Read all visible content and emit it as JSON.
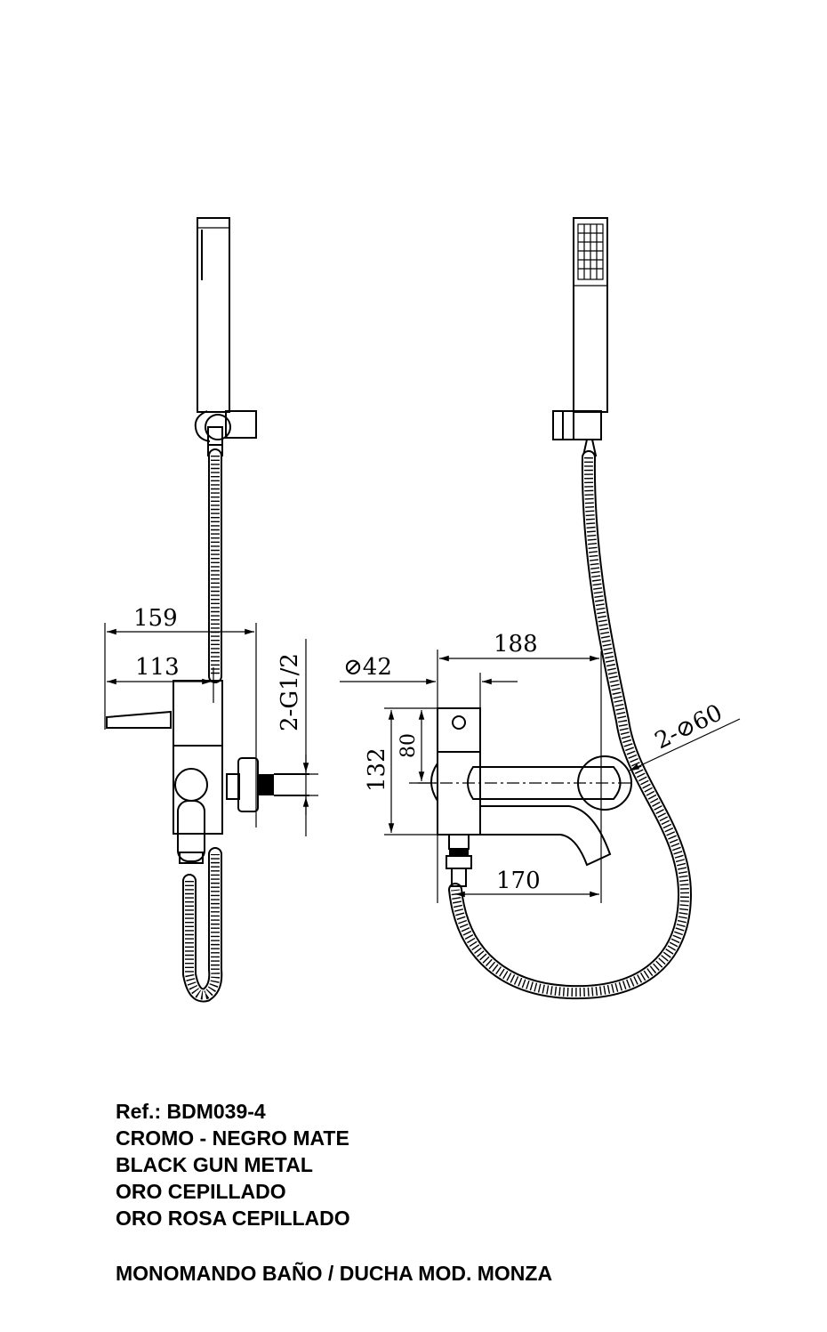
{
  "dimensions": {
    "side_width_total": "159",
    "side_width_body": "113",
    "side_connection": "2-G1/2",
    "front_square": "⊘42",
    "front_length": "188",
    "front_height_total": "132",
    "front_height_axis": "80",
    "front_spout": "170",
    "front_flange": "2-⊘60"
  },
  "caption": {
    "ref": "Ref.: BDM039-4",
    "finish_1": "CROMO - NEGRO MATE",
    "finish_2": "BLACK GUN METAL",
    "finish_3": "ORO CEPILLADO",
    "finish_4": "ORO ROSA CEPILLADO",
    "product": "MONOMANDO BAÑO / DUCHA MOD. MONZA"
  },
  "icons": {
    "diameter_symbol": "square-with-diagonal"
  }
}
